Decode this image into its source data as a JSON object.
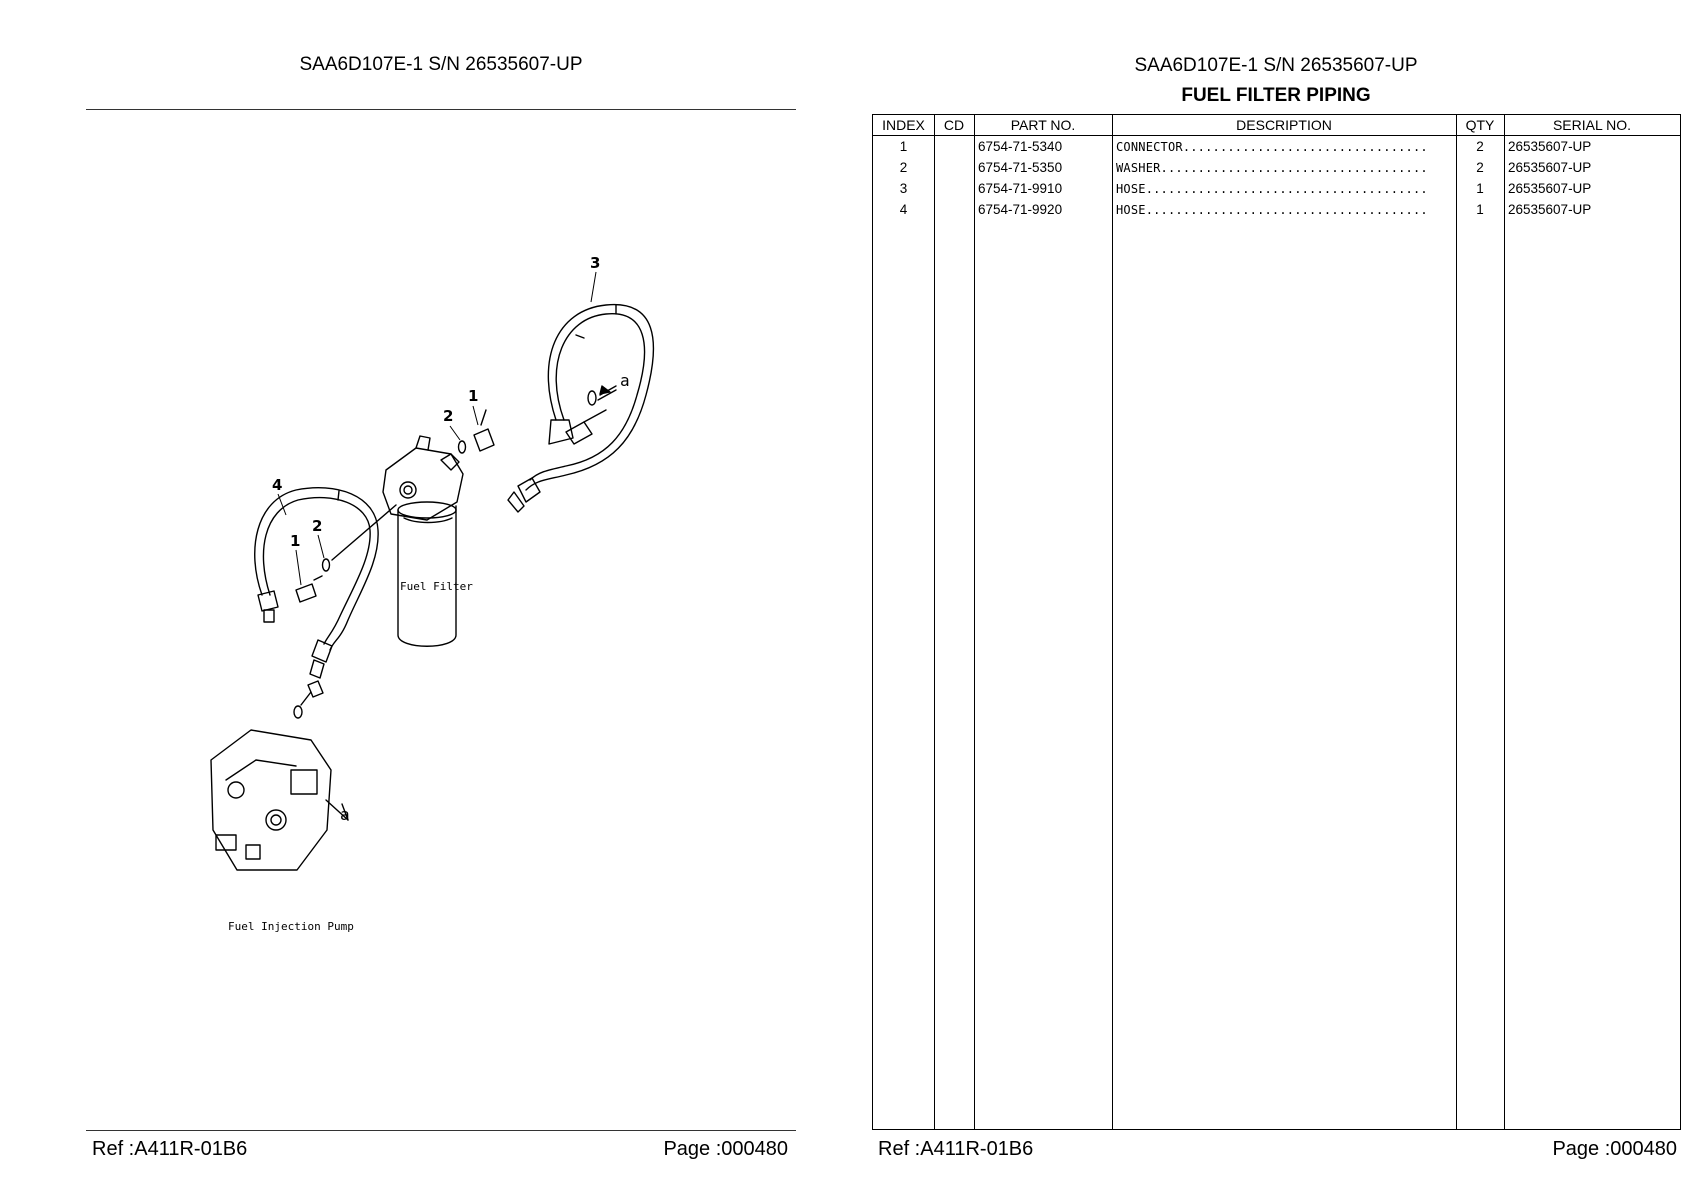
{
  "left": {
    "title": "SAA6D107E-1 S/N 26535607-UP",
    "ref": "Ref :A411R-01B6",
    "page": "Page :000480"
  },
  "diagram": {
    "callouts": [
      "1",
      "2",
      "3",
      "4",
      "2",
      "1"
    ],
    "filter_label": "Fuel Filter",
    "pump_label": "Fuel Injection Pump",
    "arrow_label": "a"
  },
  "right": {
    "title": "SAA6D107E-1 S/N 26535607-UP",
    "subtitle": "FUEL FILTER PIPING",
    "ref": "Ref :A411R-01B6",
    "page": "Page :000480"
  },
  "table": {
    "headers": {
      "index": "INDEX",
      "cd": "CD",
      "part_no": "PART NO.",
      "description": "DESCRIPTION",
      "qty": "QTY",
      "serial_no": "SERIAL NO."
    },
    "rows": [
      {
        "index": "1",
        "cd": "",
        "part_no": "6754-71-5340",
        "description": "CONNECTOR.................................",
        "qty": "2",
        "serial_no": "26535607-UP"
      },
      {
        "index": "2",
        "cd": "",
        "part_no": "6754-71-5350",
        "description": "WASHER....................................",
        "qty": "2",
        "serial_no": "26535607-UP"
      },
      {
        "index": "3",
        "cd": "",
        "part_no": "6754-71-9910",
        "description": "HOSE......................................",
        "qty": "1",
        "serial_no": "26535607-UP"
      },
      {
        "index": "4",
        "cd": "",
        "part_no": "6754-71-9920",
        "description": "HOSE......................................",
        "qty": "1",
        "serial_no": "26535607-UP"
      }
    ]
  }
}
